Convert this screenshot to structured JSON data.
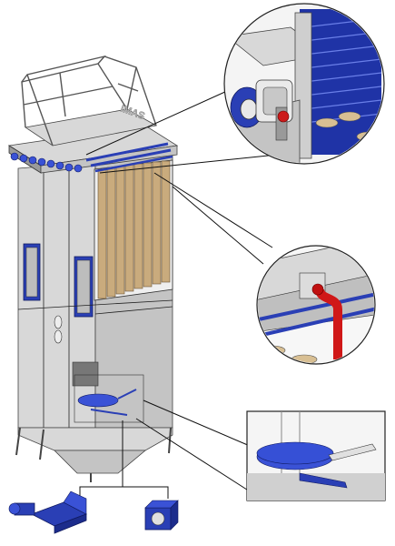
{
  "figure": {
    "brand_text": "IMAS",
    "colors": {
      "steel": "#d8d8d8",
      "steel_dark": "#9a9a9a",
      "accent_blue": "#2a3fb5",
      "filter_bag": "#c9ab7d",
      "pipe_red": "#d01818"
    },
    "callouts": [
      {
        "id": "pulse-valve-detail",
        "icon": "zoom-circle"
      },
      {
        "id": "blowpipe-detail",
        "icon": "zoom-circle"
      },
      {
        "id": "hopper-agitator-detail",
        "icon": "zoom-rectangle"
      }
    ],
    "discharge_options": [
      {
        "id": "screw-conveyor",
        "icon": "screw-conveyor-icon"
      },
      {
        "id": "rotary-valve",
        "icon": "rotary-valve-icon"
      }
    ]
  }
}
